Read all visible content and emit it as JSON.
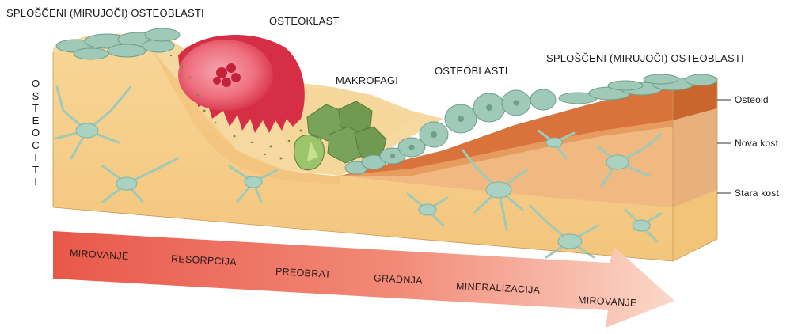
{
  "labels": {
    "top_left": "SPLOŠČENI (MIRUJOČI) OSTEOBLASTI",
    "osteoklast": "OSTEOKLAST",
    "makrofagi": "MAKROFAGI",
    "osteoblasti": "OSTEOBLASTI",
    "top_right": "SPLOŠČENI (MIRUJOČI) OSTEOBLASTI",
    "osteociti": "OSTEOCITI"
  },
  "layers": [
    {
      "label": "Osteoid",
      "color": "#d9733b"
    },
    {
      "label": "Nova kost",
      "color": "#f0b781"
    },
    {
      "label": "Stara kost",
      "color": "#f7d08a"
    }
  ],
  "phases": [
    "MIROVANJE",
    "RESORPCIJA",
    "PREOBRAT",
    "GRADNJA",
    "MINERALIZACIJA",
    "MIROVANJE"
  ],
  "colors": {
    "bone_old": "#f7d08a",
    "bone_new": "#f0b781",
    "osteoid": "#d9733b",
    "cell_teal": "#9fc9b8",
    "osteoclast": "#e0394f",
    "macrophage": "#7aa35a",
    "arrow_start": "#e8584a",
    "arrow_end": "#fbd8c8"
  }
}
